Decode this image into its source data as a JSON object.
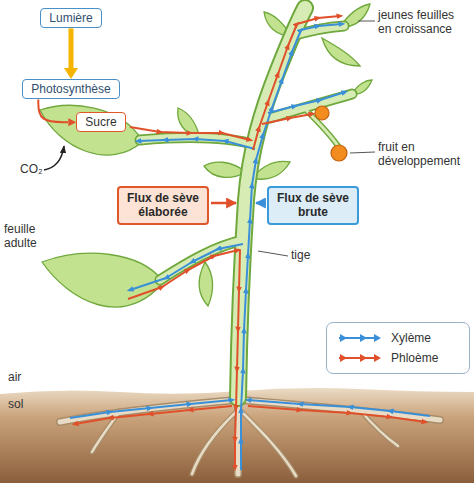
{
  "diagram": {
    "nodes": [
      {
        "text": [
          "Lumière"
        ]
      },
      {
        "text": [
          "Photosynthèse"
        ]
      },
      {
        "text": [
          "Sucre"
        ]
      },
      {
        "text": [
          "Flux de sève élaborée"
        ]
      },
      {
        "text": [
          "Flux de sève brute"
        ]
      }
    ],
    "edges": [
      {
        "from": 0,
        "to": 1,
        "arrow": "to"
      },
      {
        "from": 1,
        "to": 2,
        "arrow": "to"
      }
    ],
    "labels": [
      "jeunes feuilles en croissance",
      "fruit en développement",
      "CO₂",
      "feuille adulte",
      "tige",
      "air",
      "sol"
    ],
    "legend": [
      {
        "text": "Xylème"
      },
      {
        "text": "Phloème"
      }
    ]
  }
}
